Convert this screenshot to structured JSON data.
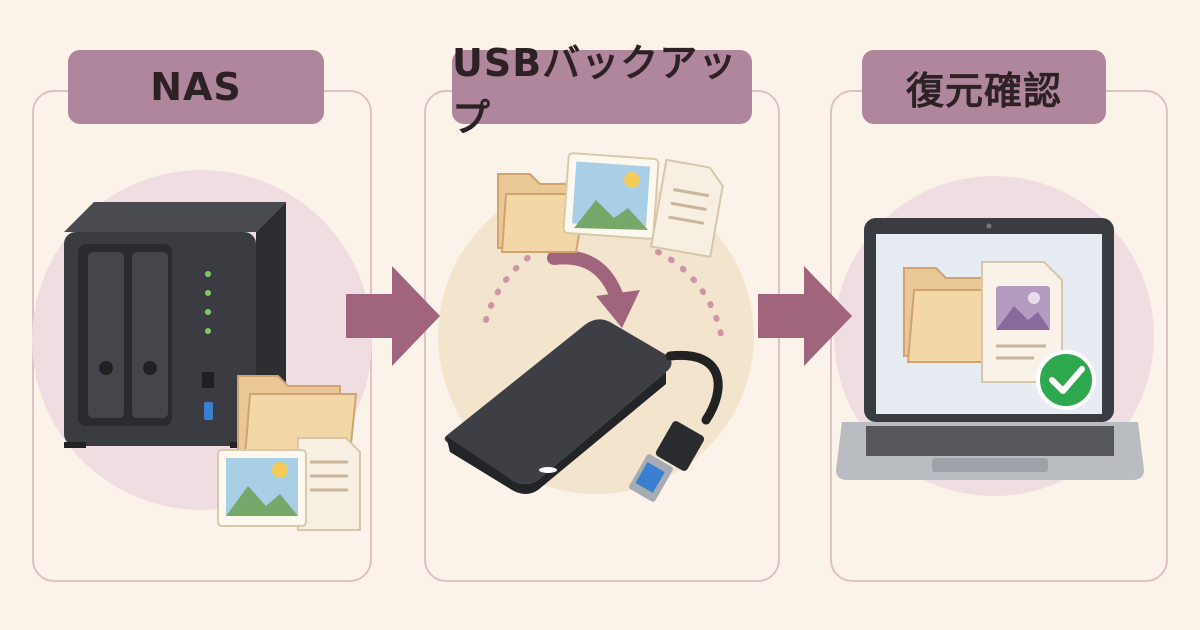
{
  "steps": [
    {
      "title": "NAS"
    },
    {
      "title": "USBバックアップ"
    },
    {
      "title": "復元確認"
    }
  ],
  "colors": {
    "background": "#fbf3e9",
    "title_bar": "#b0869c",
    "panel_border": "#dcc1c5",
    "arrow": "#a0647d",
    "check": "#2ea84e"
  }
}
